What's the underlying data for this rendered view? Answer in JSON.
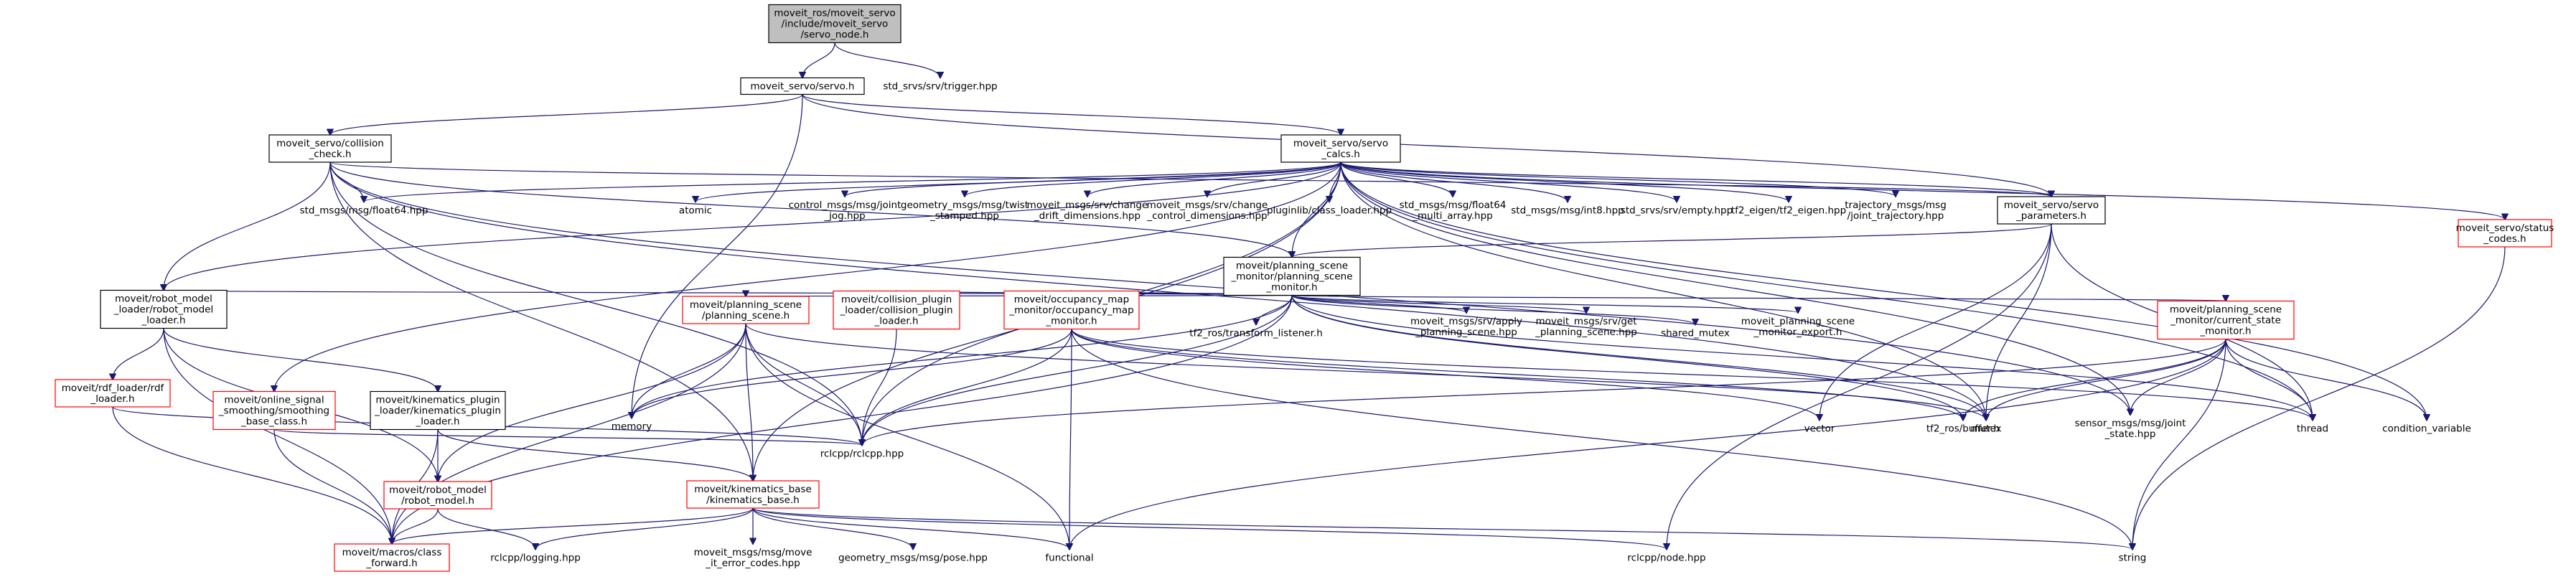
{
  "diagram": {
    "nodes": [
      {
        "id": "servo_node",
        "lines": [
          "moveit_ros/moveit_servo",
          "/include/moveit_servo",
          "/servo_node.h"
        ],
        "style": "root"
      },
      {
        "id": "servo_h",
        "lines": [
          "moveit_servo/servo.h"
        ],
        "style": "black"
      },
      {
        "id": "trigger",
        "lines": [
          "std_srvs/srv/trigger.hpp"
        ],
        "style": "none"
      },
      {
        "id": "collision_check",
        "lines": [
          "moveit_servo/collision",
          "_check.h"
        ],
        "style": "black"
      },
      {
        "id": "servo_calcs",
        "lines": [
          "moveit_servo/servo",
          "_calcs.h"
        ],
        "style": "black"
      },
      {
        "id": "status_codes",
        "lines": [
          "moveit_servo/status",
          "_codes.h"
        ],
        "style": "red"
      },
      {
        "id": "float64",
        "lines": [
          "std_msgs/msg/float64.hpp"
        ],
        "style": "none"
      },
      {
        "id": "atomic",
        "lines": [
          "atomic"
        ],
        "style": "none"
      },
      {
        "id": "joint_jog",
        "lines": [
          "control_msgs/msg/joint",
          "_jog.hpp"
        ],
        "style": "none"
      },
      {
        "id": "twist_stamped",
        "lines": [
          "geometry_msgs/msg/twist",
          "_stamped.hpp"
        ],
        "style": "none"
      },
      {
        "id": "change_drift",
        "lines": [
          "moveit_msgs/srv/change",
          "_drift_dimensions.hpp"
        ],
        "style": "none"
      },
      {
        "id": "change_control",
        "lines": [
          "moveit_msgs/srv/change",
          "_control_dimensions.hpp"
        ],
        "style": "none"
      },
      {
        "id": "class_loader",
        "lines": [
          "pluginlib/class_loader.hpp"
        ],
        "style": "none"
      },
      {
        "id": "float64_multi",
        "lines": [
          "std_msgs/msg/float64",
          "_multi_array.hpp"
        ],
        "style": "none"
      },
      {
        "id": "int8",
        "lines": [
          "std_msgs/msg/int8.hpp"
        ],
        "style": "none"
      },
      {
        "id": "empty",
        "lines": [
          "std_srvs/srv/empty.hpp"
        ],
        "style": "none"
      },
      {
        "id": "tf2_eigen",
        "lines": [
          "tf2_eigen/tf2_eigen.hpp"
        ],
        "style": "none"
      },
      {
        "id": "joint_trajectory",
        "lines": [
          "trajectory_msgs/msg",
          "/joint_trajectory.hpp"
        ],
        "style": "none"
      },
      {
        "id": "servo_parameters",
        "lines": [
          "moveit_servo/servo",
          "_parameters.h"
        ],
        "style": "black"
      },
      {
        "id": "psm",
        "lines": [
          "moveit/planning_scene",
          "_monitor/planning_scene",
          "_monitor.h"
        ],
        "style": "black"
      },
      {
        "id": "rml",
        "lines": [
          "moveit/robot_model",
          "_loader/robot_model",
          "_loader.h"
        ],
        "style": "black"
      },
      {
        "id": "planning_scene",
        "lines": [
          "moveit/planning_scene",
          "/planning_scene.h"
        ],
        "style": "red"
      },
      {
        "id": "collision_plugin",
        "lines": [
          "moveit/collision_plugin",
          "_loader/collision_plugin",
          "_loader.h"
        ],
        "style": "red"
      },
      {
        "id": "occupancy_map",
        "lines": [
          "moveit/occupancy_map",
          "_monitor/occupancy_map",
          "_monitor.h"
        ],
        "style": "red"
      },
      {
        "id": "tf_listener",
        "lines": [
          "tf2_ros/transform_listener.h"
        ],
        "style": "none"
      },
      {
        "id": "apply_ps",
        "lines": [
          "moveit_msgs/srv/apply",
          "_planning_scene.hpp"
        ],
        "style": "none"
      },
      {
        "id": "get_ps",
        "lines": [
          "moveit_msgs/srv/get",
          "_planning_scene.hpp"
        ],
        "style": "none"
      },
      {
        "id": "shared_mutex",
        "lines": [
          "shared_mutex"
        ],
        "style": "none"
      },
      {
        "id": "psm_export",
        "lines": [
          "moveit_planning_scene",
          "_monitor_export.h"
        ],
        "style": "none"
      },
      {
        "id": "current_state",
        "lines": [
          "moveit/planning_scene",
          "_monitor/current_state",
          "_monitor.h"
        ],
        "style": "red"
      },
      {
        "id": "rdf_loader",
        "lines": [
          "moveit/rdf_loader/rdf",
          "_loader.h"
        ],
        "style": "red"
      },
      {
        "id": "online_signal",
        "lines": [
          "moveit/online_signal",
          "_smoothing/smoothing",
          "_base_class.h"
        ],
        "style": "red"
      },
      {
        "id": "kpl",
        "lines": [
          "moveit/kinematics_plugin",
          "_loader/kinematics_plugin",
          "_loader.h"
        ],
        "style": "black"
      },
      {
        "id": "memory",
        "lines": [
          "memory"
        ],
        "style": "none"
      },
      {
        "id": "vector",
        "lines": [
          "vector"
        ],
        "style": "none"
      },
      {
        "id": "tf2_buffer",
        "lines": [
          "tf2_ros/buffer.h"
        ],
        "style": "none"
      },
      {
        "id": "mutex",
        "lines": [
          "mutex"
        ],
        "style": "none"
      },
      {
        "id": "joint_state",
        "lines": [
          "sensor_msgs/msg/joint",
          "_state.hpp"
        ],
        "style": "none"
      },
      {
        "id": "thread",
        "lines": [
          "thread"
        ],
        "style": "none"
      },
      {
        "id": "condition_variable",
        "lines": [
          "condition_variable"
        ],
        "style": "none"
      },
      {
        "id": "rclcpp",
        "lines": [
          "rclcpp/rclcpp.hpp"
        ],
        "style": "none"
      },
      {
        "id": "robot_model",
        "lines": [
          "moveit/robot_model",
          "/robot_model.h"
        ],
        "style": "red"
      },
      {
        "id": "kinematics_base",
        "lines": [
          "moveit/kinematics_base",
          "/kinematics_base.h"
        ],
        "style": "red"
      },
      {
        "id": "class_forward",
        "lines": [
          "moveit/macros/class",
          "_forward.h"
        ],
        "style": "red"
      },
      {
        "id": "logging",
        "lines": [
          "rclcpp/logging.hpp"
        ],
        "style": "none"
      },
      {
        "id": "move_it_error",
        "lines": [
          "moveit_msgs/msg/move",
          "_it_error_codes.hpp"
        ],
        "style": "none"
      },
      {
        "id": "pose",
        "lines": [
          "geometry_msgs/msg/pose.hpp"
        ],
        "style": "none"
      },
      {
        "id": "functional",
        "lines": [
          "functional"
        ],
        "style": "none"
      },
      {
        "id": "node",
        "lines": [
          "rclcpp/node.hpp"
        ],
        "style": "none"
      },
      {
        "id": "string",
        "lines": [
          "string"
        ],
        "style": "none"
      }
    ],
    "edges": [
      [
        "servo_node",
        "servo_h"
      ],
      [
        "servo_node",
        "trigger"
      ],
      [
        "servo_h",
        "collision_check"
      ],
      [
        "servo_h",
        "servo_calcs"
      ],
      [
        "servo_h",
        "servo_parameters"
      ],
      [
        "servo_h",
        "memory"
      ],
      [
        "collision_check",
        "float64"
      ],
      [
        "collision_check",
        "servo_parameters"
      ],
      [
        "collision_check",
        "psm"
      ],
      [
        "collision_check",
        "rml"
      ],
      [
        "collision_check",
        "kinematics_base"
      ],
      [
        "collision_check",
        "mutex"
      ],
      [
        "collision_check",
        "rclcpp"
      ],
      [
        "collision_check",
        "joint_state"
      ],
      [
        "servo_calcs",
        "atomic"
      ],
      [
        "servo_calcs",
        "joint_jog"
      ],
      [
        "servo_calcs",
        "twist_stamped"
      ],
      [
        "servo_calcs",
        "change_drift"
      ],
      [
        "servo_calcs",
        "change_control"
      ],
      [
        "servo_calcs",
        "class_loader"
      ],
      [
        "servo_calcs",
        "float64_multi"
      ],
      [
        "servo_calcs",
        "int8"
      ],
      [
        "servo_calcs",
        "empty"
      ],
      [
        "servo_calcs",
        "tf2_eigen"
      ],
      [
        "servo_calcs",
        "joint_trajectory"
      ],
      [
        "servo_calcs",
        "servo_parameters"
      ],
      [
        "servo_calcs",
        "status_codes"
      ],
      [
        "servo_calcs",
        "float64"
      ],
      [
        "servo_calcs",
        "psm"
      ],
      [
        "servo_calcs",
        "rml"
      ],
      [
        "servo_calcs",
        "online_signal"
      ],
      [
        "servo_calcs",
        "kinematics_base"
      ],
      [
        "servo_calcs",
        "rclcpp"
      ],
      [
        "servo_calcs",
        "mutex"
      ],
      [
        "servo_calcs",
        "thread"
      ],
      [
        "servo_calcs",
        "condition_variable"
      ],
      [
        "servo_calcs",
        "joint_state"
      ],
      [
        "status_codes",
        "string"
      ],
      [
        "servo_parameters",
        "psm"
      ],
      [
        "servo_parameters",
        "vector"
      ],
      [
        "servo_parameters",
        "mutex"
      ],
      [
        "servo_parameters",
        "thread"
      ],
      [
        "servo_parameters",
        "node"
      ],
      [
        "psm",
        "rml"
      ],
      [
        "psm",
        "planning_scene"
      ],
      [
        "psm",
        "collision_plugin"
      ],
      [
        "psm",
        "occupancy_map"
      ],
      [
        "psm",
        "tf_listener"
      ],
      [
        "psm",
        "apply_ps"
      ],
      [
        "psm",
        "get_ps"
      ],
      [
        "psm",
        "shared_mutex"
      ],
      [
        "psm",
        "psm_export"
      ],
      [
        "psm",
        "current_state"
      ],
      [
        "psm",
        "memory"
      ],
      [
        "psm",
        "class_forward"
      ],
      [
        "psm",
        "rclcpp"
      ],
      [
        "psm",
        "tf2_buffer"
      ],
      [
        "psm",
        "thread"
      ],
      [
        "psm",
        "mutex"
      ],
      [
        "rml",
        "rdf_loader"
      ],
      [
        "rml",
        "kpl"
      ],
      [
        "rml",
        "robot_model"
      ],
      [
        "rml",
        "class_forward"
      ],
      [
        "planning_scene",
        "robot_model"
      ],
      [
        "planning_scene",
        "kinematics_base"
      ],
      [
        "planning_scene",
        "class_forward"
      ],
      [
        "planning_scene",
        "rclcpp"
      ],
      [
        "planning_scene",
        "memory"
      ],
      [
        "planning_scene",
        "functional"
      ],
      [
        "planning_scene",
        "mutex"
      ],
      [
        "collision_plugin",
        "rclcpp"
      ],
      [
        "occupancy_map",
        "memory"
      ],
      [
        "occupancy_map",
        "rclcpp"
      ],
      [
        "occupancy_map",
        "functional"
      ],
      [
        "occupancy_map",
        "vector"
      ],
      [
        "occupancy_map",
        "tf2_buffer"
      ],
      [
        "occupancy_map",
        "string"
      ],
      [
        "occupancy_map",
        "thread"
      ],
      [
        "current_state",
        "rclcpp"
      ],
      [
        "current_state",
        "functional"
      ],
      [
        "current_state",
        "tf2_buffer"
      ],
      [
        "current_state",
        "mutex"
      ],
      [
        "current_state",
        "joint_state"
      ],
      [
        "current_state",
        "thread"
      ],
      [
        "current_state",
        "condition_variable"
      ],
      [
        "current_state",
        "string"
      ],
      [
        "rdf_loader",
        "class_forward"
      ],
      [
        "rdf_loader",
        "rclcpp"
      ],
      [
        "online_signal",
        "class_forward"
      ],
      [
        "online_signal",
        "rclcpp"
      ],
      [
        "kpl",
        "kinematics_base"
      ],
      [
        "kpl",
        "robot_model"
      ],
      [
        "kpl",
        "class_forward"
      ],
      [
        "robot_model",
        "class_forward"
      ],
      [
        "robot_model",
        "logging"
      ],
      [
        "kinematics_base",
        "class_forward"
      ],
      [
        "kinematics_base",
        "logging"
      ],
      [
        "kinematics_base",
        "move_it_error"
      ],
      [
        "kinematics_base",
        "pose"
      ],
      [
        "kinematics_base",
        "functional"
      ],
      [
        "kinematics_base",
        "node"
      ],
      [
        "kinematics_base",
        "string"
      ]
    ]
  }
}
